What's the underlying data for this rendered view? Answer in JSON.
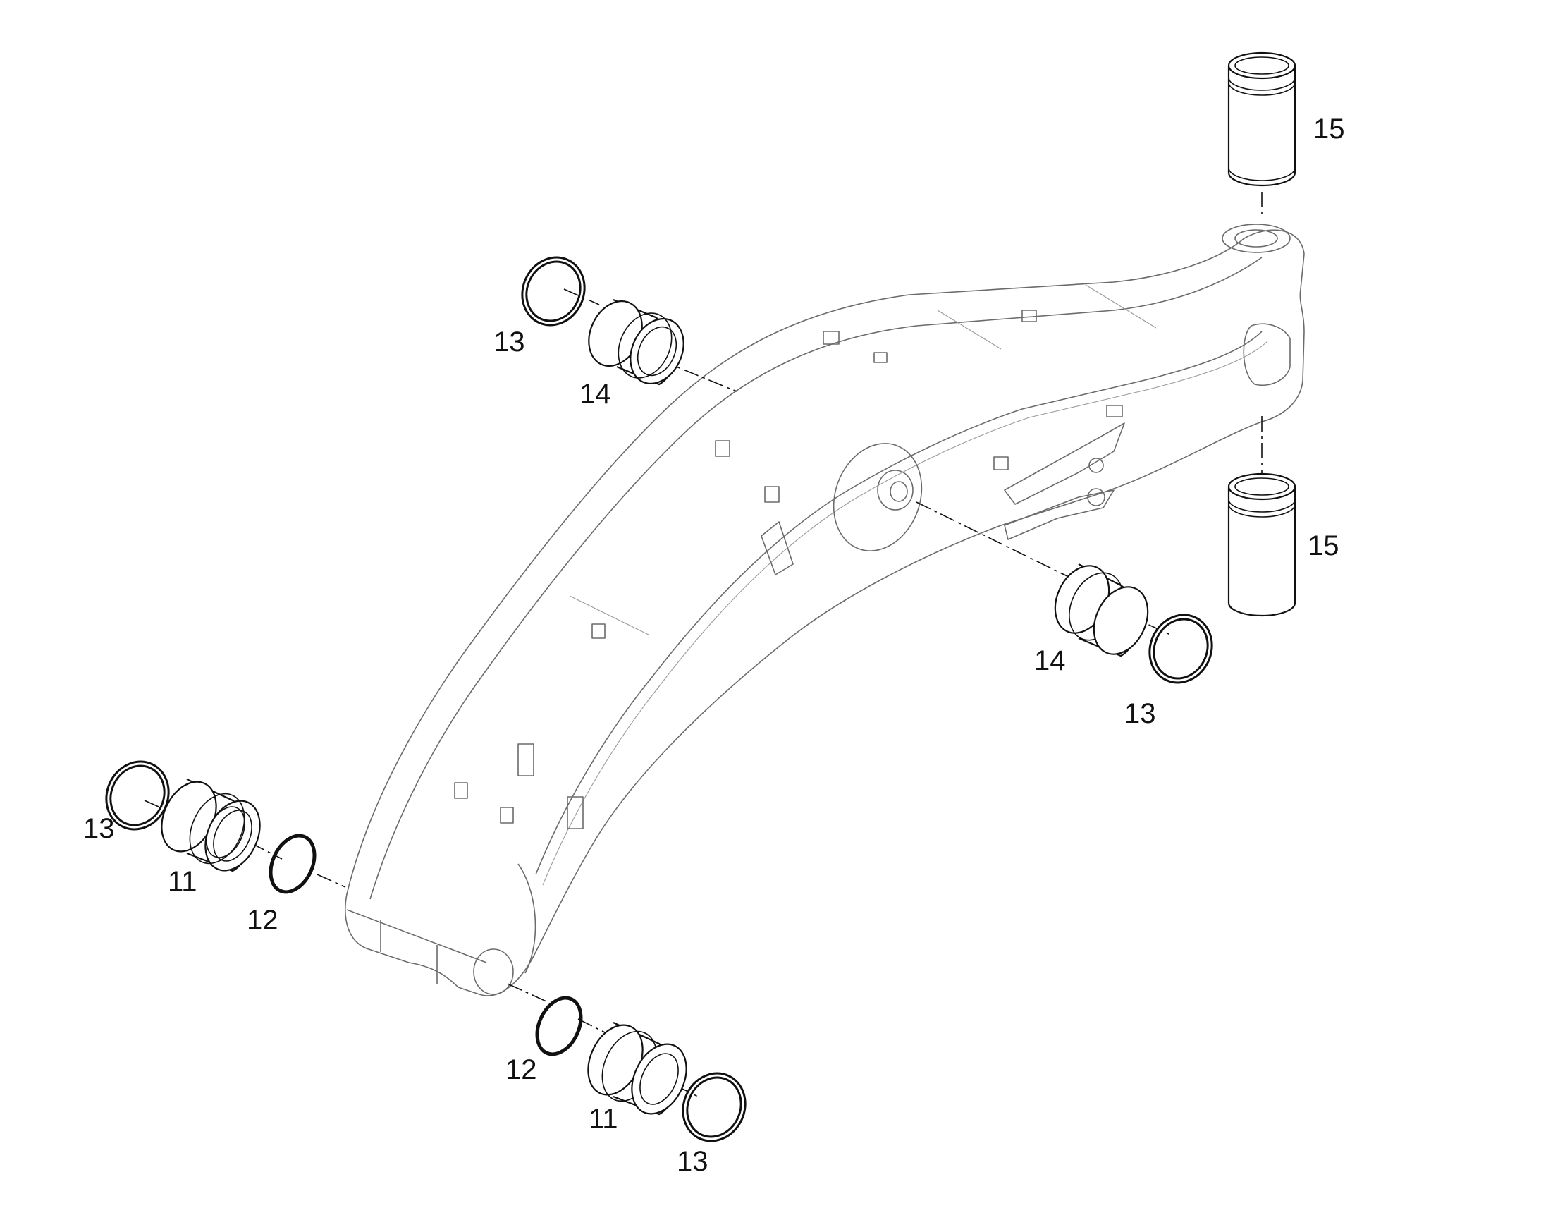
{
  "diagram": {
    "callouts": [
      {
        "id": "c15a",
        "label": "15"
      },
      {
        "id": "c15b",
        "label": "15"
      },
      {
        "id": "c14a",
        "label": "14"
      },
      {
        "id": "c13a",
        "label": "13"
      },
      {
        "id": "c14b",
        "label": "14"
      },
      {
        "id": "c13b",
        "label": "13"
      },
      {
        "id": "c13c",
        "label": "13"
      },
      {
        "id": "c11a",
        "label": "11"
      },
      {
        "id": "c12a",
        "label": "12"
      },
      {
        "id": "c12b",
        "label": "12"
      },
      {
        "id": "c11b",
        "label": "11"
      },
      {
        "id": "c13d",
        "label": "13"
      }
    ],
    "colors": {
      "line": "#111111",
      "boom_outline": "#6b6b6b",
      "background": "#ffffff"
    }
  }
}
